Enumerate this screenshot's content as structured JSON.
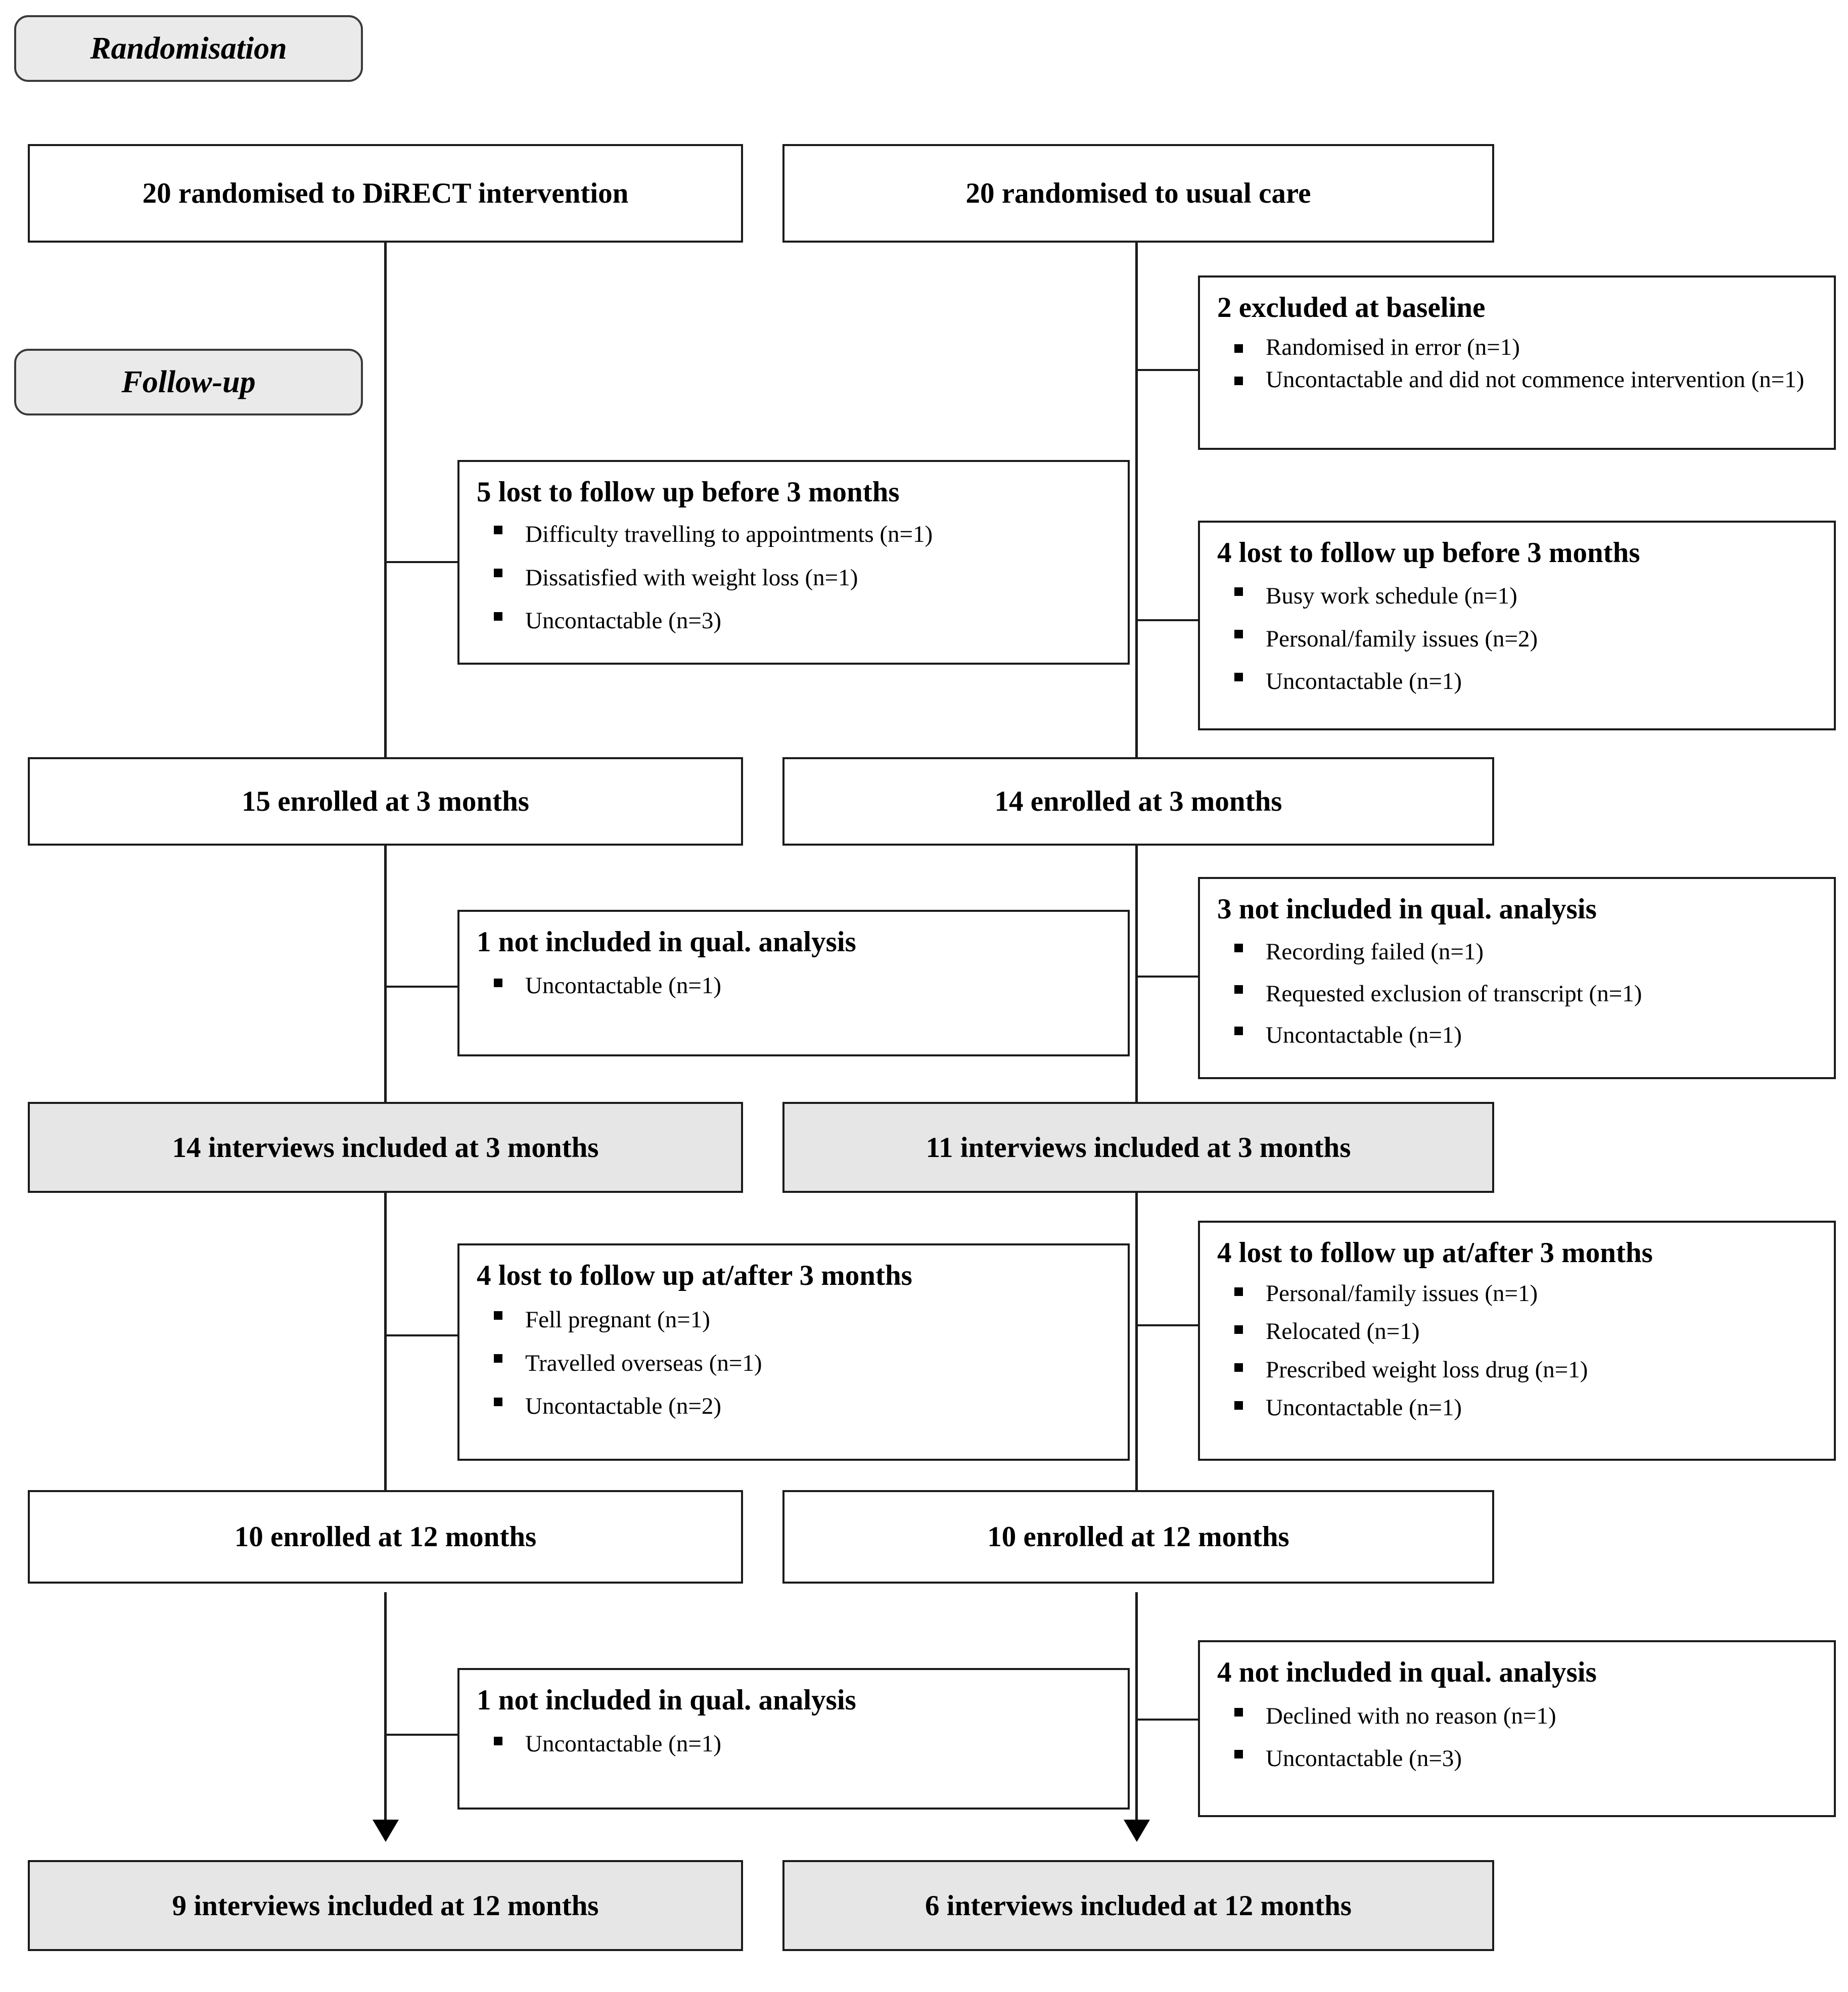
{
  "figure": {
    "type": "flowchart",
    "description": "CONSORT-style participant flow diagram for a qualitative sub-study of the DiRECT trial"
  },
  "stages": [
    {
      "id": "randomisation",
      "label": "Randomisation"
    },
    {
      "id": "follow_up",
      "label": "Follow-up"
    }
  ],
  "arms": {
    "intervention": {
      "name": "DiRECT intervention",
      "randomised": {
        "label": "20 randomised to DiRECT intervention",
        "n": 20
      },
      "lost_before_3m": {
        "headline": "5 lost to follow up before 3 months",
        "n": 5,
        "reasons": [
          "Difficulty  travelling  to appointments  (n=1)",
          "Dissatisfied  with  weight  loss (n=1)",
          "Uncontactable  (n=3)"
        ]
      },
      "enrolled_3m": {
        "label": "15 enrolled at 3 months",
        "n": 15
      },
      "excluded_qual_3m": {
        "headline": "1 not included in qual. analysis",
        "n": 1,
        "reasons": [
          "Uncontactable  (n=1)"
        ]
      },
      "interviews_3m": {
        "label": "14 interviews included at 3 months",
        "n": 14
      },
      "lost_after_3m": {
        "headline": "4 lost to follow up at/after 3 months",
        "n": 4,
        "reasons": [
          "Fell  pregnant  (n=1)",
          "Travelled  overseas (n=1)",
          "Uncontactable  (n=2)"
        ]
      },
      "enrolled_12m": {
        "label": "10 enrolled at 12 months",
        "n": 10
      },
      "excluded_qual_12m": {
        "headline": "1 not included in qual. analysis",
        "n": 1,
        "reasons": [
          "Uncontactable  (n=1)"
        ]
      },
      "interviews_12m": {
        "label": "9 interviews included at 12 months",
        "n": 9
      }
    },
    "usual_care": {
      "name": "Usual care",
      "randomised": {
        "label": "20 randomised to usual care",
        "n": 20
      },
      "excluded_baseline": {
        "headline": "2 excluded at baseline",
        "n": 2,
        "reasons": [
          "Randomised  in error (n=1)",
          "Uncontactable  and did not commence intervention  (n=1)"
        ]
      },
      "lost_before_3m": {
        "headline": "4 lost to follow up before 3 months",
        "n": 4,
        "reasons": [
          "Busy work schedule  (n=1)",
          "Personal/family  issues (n=2)",
          "Uncontactable  (n=1)"
        ]
      },
      "enrolled_3m": {
        "label": "14 enrolled at 3 months",
        "n": 14
      },
      "excluded_qual_3m": {
        "headline": "3 not included in qual. analysis",
        "n": 3,
        "reasons": [
          "Recording  failed (n=1)",
          "Requested  exclusion  of transcript  (n=1)",
          "Uncontactable  (n=1)"
        ]
      },
      "interviews_3m": {
        "label": "11 interviews included at 3 months",
        "n": 11
      },
      "lost_after_3m": {
        "headline": "4 lost to follow up at/after 3 months",
        "n": 4,
        "reasons": [
          "Personal/family  issues (n=1)",
          "Relocated  (n=1)",
          "Prescribed  weight  loss drug (n=1)",
          "Uncontactable  (n=1)"
        ]
      },
      "enrolled_12m": {
        "label": "10 enrolled at 12 months",
        "n": 10
      },
      "excluded_qual_12m": {
        "headline": "4 not included in qual. analysis",
        "n": 4,
        "reasons": [
          "Declined  with  no reason (n=1)",
          "Uncontactable  (n=3)"
        ]
      },
      "interviews_12m": {
        "label": "6 interviews included at 12 months",
        "n": 6
      }
    }
  },
  "colors": {
    "box_border": "#1b1b1b",
    "shaded_fill": "#e6e6e6",
    "pill_fill": "#eaeaea",
    "line": "#1b1b1b",
    "page_bg": "#ffffff"
  }
}
